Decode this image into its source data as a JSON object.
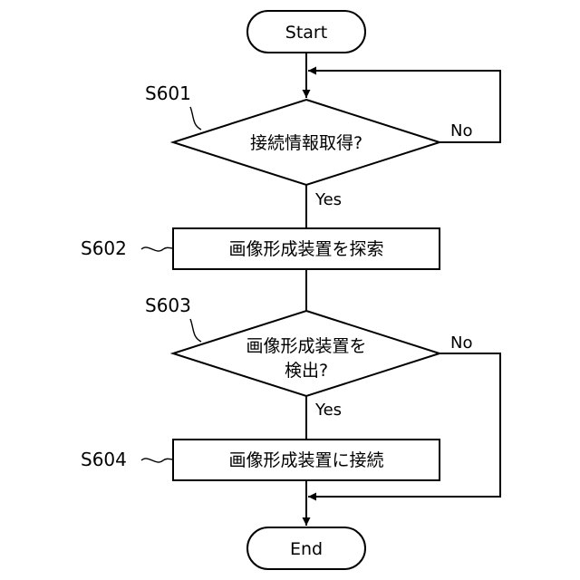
{
  "nodes": {
    "start": "Start",
    "end": "End",
    "s601": {
      "step": "S601",
      "text": "接続情報取得?",
      "yes": "Yes",
      "no": "No"
    },
    "s602": {
      "step": "S602",
      "text": "画像形成装置を探索"
    },
    "s603": {
      "step": "S603",
      "line1": "画像形成装置を",
      "line2": "検出?",
      "yes": "Yes",
      "no": "No"
    },
    "s604": {
      "step": "S604",
      "text": "画像形成装置に接続"
    }
  }
}
